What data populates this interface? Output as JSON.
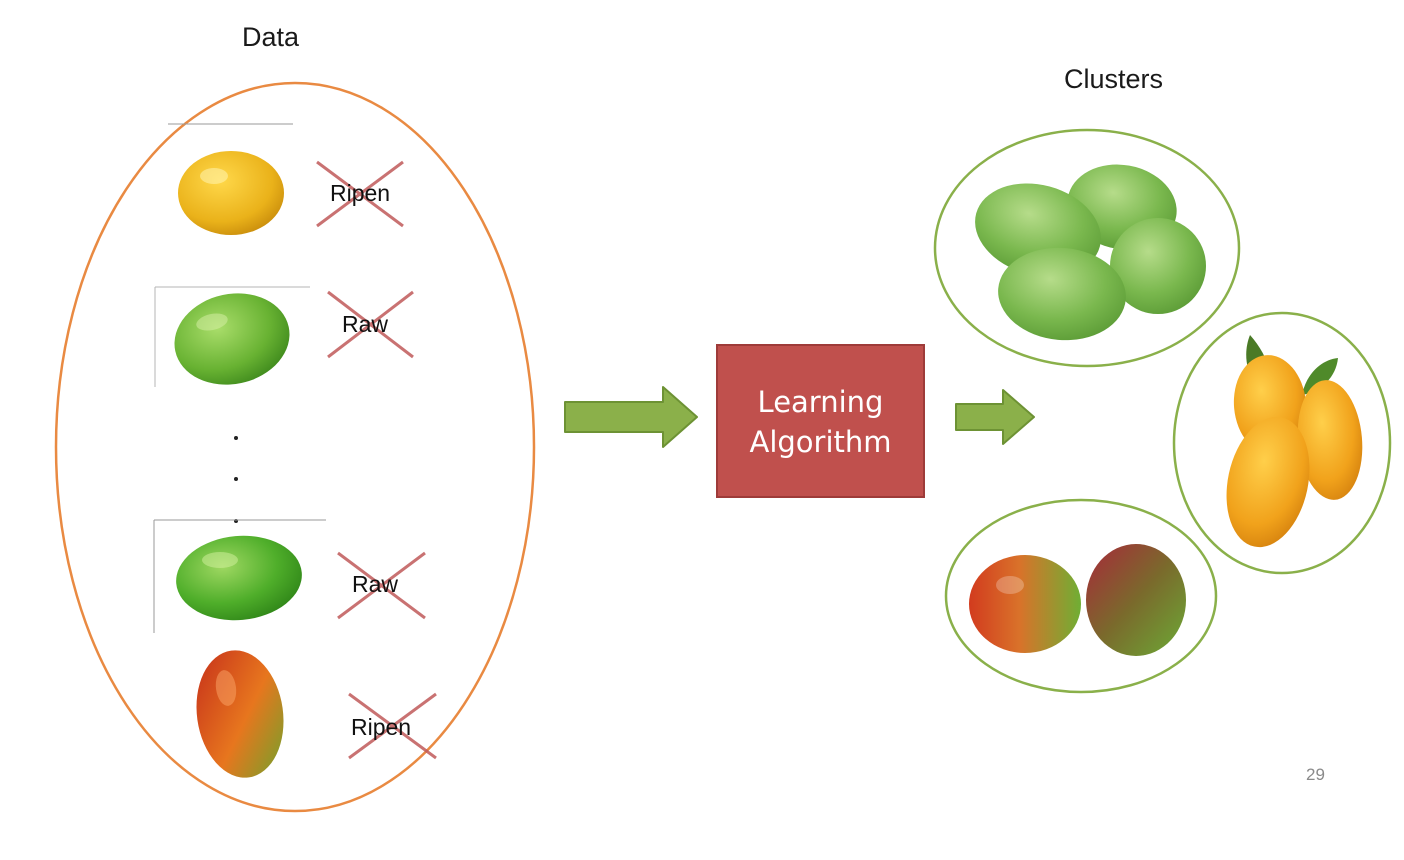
{
  "data_section": {
    "title": "Data",
    "items": [
      {
        "label": "Ripen",
        "fruit": "ripe-yellow-mango",
        "crossed_out": true
      },
      {
        "label": "Raw",
        "fruit": "raw-green-mango",
        "crossed_out": true
      },
      {
        "label": "Raw",
        "fruit": "raw-green-mango",
        "crossed_out": true
      },
      {
        "label": "Ripen",
        "fruit": "red-orange-mango",
        "crossed_out": true
      }
    ],
    "ellipsis_dots": 3
  },
  "algorithm": {
    "label": "Learning Algorithm",
    "line1": "Learning",
    "line2": "Algorithm"
  },
  "clusters_section": {
    "title": "Clusters",
    "groups": [
      {
        "fruit": "green-mangoes"
      },
      {
        "fruit": "yellow-mangoes-with-leaves"
      },
      {
        "fruit": "red-green-mangoes"
      }
    ]
  },
  "slide_number": "29",
  "colors": {
    "data_ellipse": "#e98a42",
    "arrow_fill": "#8bb04a",
    "arrow_stroke": "#6d9234",
    "algo_box_fill": "#c0504d",
    "algo_box_stroke": "#9e3b39",
    "algo_text": "#ffffff",
    "cluster_ring": "#8ab04a",
    "cross": "#c05a5a"
  }
}
